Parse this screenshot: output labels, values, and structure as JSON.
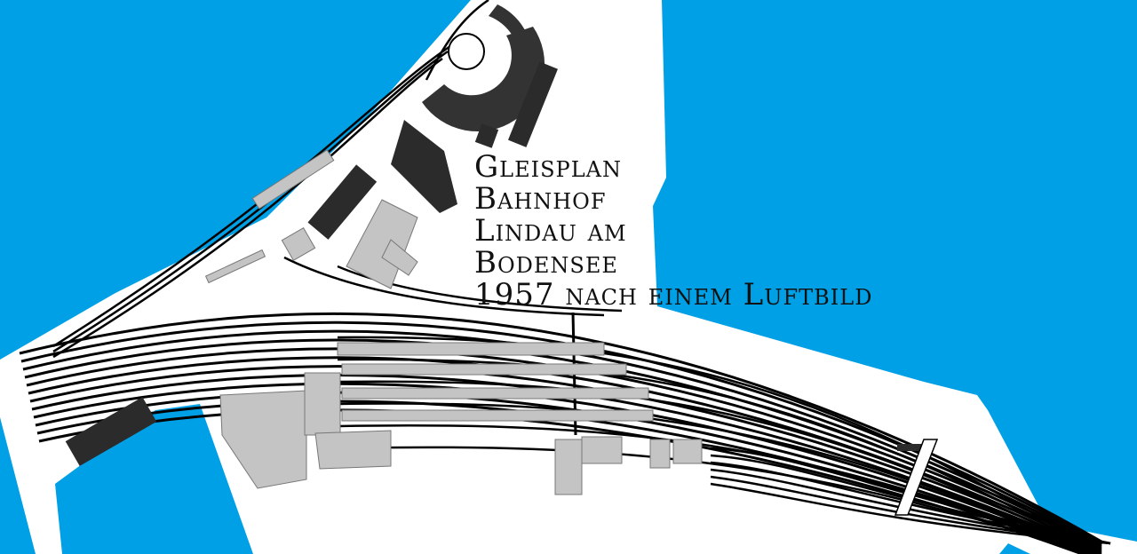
{
  "title": {
    "line1": "Gleisplan",
    "line2": "Bahnhof",
    "line3": "Lindau am",
    "line4": "Bodensee",
    "line5": "1957 nach einem Luftbild"
  },
  "colors": {
    "water": "#00a0e6",
    "land": "#ffffff",
    "track": "#000000",
    "building": "#2b2b2b",
    "photo_building": "#b8b8b8"
  }
}
